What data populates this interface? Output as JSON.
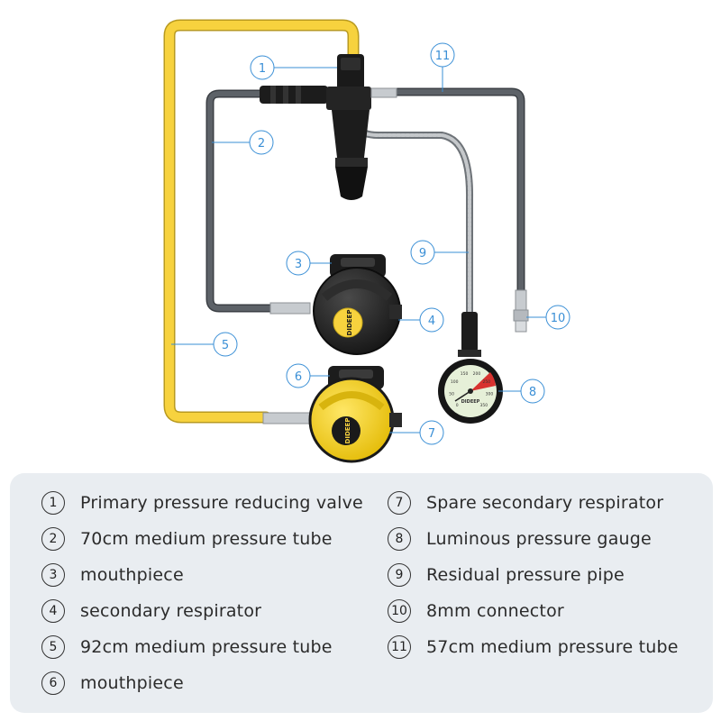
{
  "brand": {
    "logo_text": "DIDEEP"
  },
  "gauge": {
    "ticks": [
      "0",
      "50",
      "100",
      "150",
      "200",
      "250",
      "300",
      "350"
    ]
  },
  "callouts": [
    "1",
    "2",
    "3",
    "4",
    "5",
    "6",
    "7",
    "8",
    "9",
    "10",
    "11"
  ],
  "legend": [
    {
      "num": "1",
      "label": "Primary pressure reducing valve"
    },
    {
      "num": "2",
      "label": "70cm medium pressure tube"
    },
    {
      "num": "3",
      "label": "mouthpiece"
    },
    {
      "num": "4",
      "label": "secondary respirator"
    },
    {
      "num": "5",
      "label": "92cm medium pressure tube"
    },
    {
      "num": "6",
      "label": "mouthpiece"
    },
    {
      "num": "7",
      "label": "Spare secondary respirator"
    },
    {
      "num": "8",
      "label": "Luminous pressure gauge"
    },
    {
      "num": "9",
      "label": "Residual pressure pipe"
    },
    {
      "num": "10",
      "label": "8mm connector"
    },
    {
      "num": "11",
      "label": "57cm medium pressure tube"
    }
  ],
  "colors": {
    "yellow_hose": "#f7d23e",
    "dark_hose": "#555a60",
    "callout": "#3a8fd6",
    "legend_bg": "#e9edf1"
  }
}
